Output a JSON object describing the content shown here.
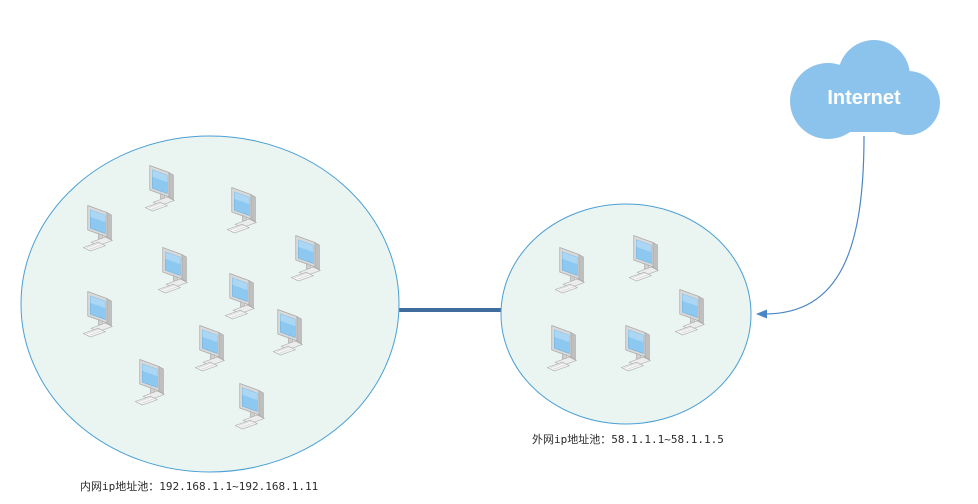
{
  "diagram": {
    "cloud_label": "Internet",
    "inner_network": {
      "label": "内网ip地址池：192.168.1.1~192.168.1.11",
      "computer_count": 11
    },
    "outer_network": {
      "label": "外网ip地址池：58.1.1.1~58.1.1.5",
      "computer_count": 5
    },
    "colors": {
      "ellipse_fill": "#eaf5f2",
      "ellipse_stroke": "#4a9fd4",
      "link": "#3f6e9e",
      "cloud": "#8cc3ec",
      "arrow": "#4a86c5",
      "screen": "#8cc8f0",
      "monitor_body": "#e8e8e8",
      "monitor_edge": "#a8a8a8"
    }
  }
}
